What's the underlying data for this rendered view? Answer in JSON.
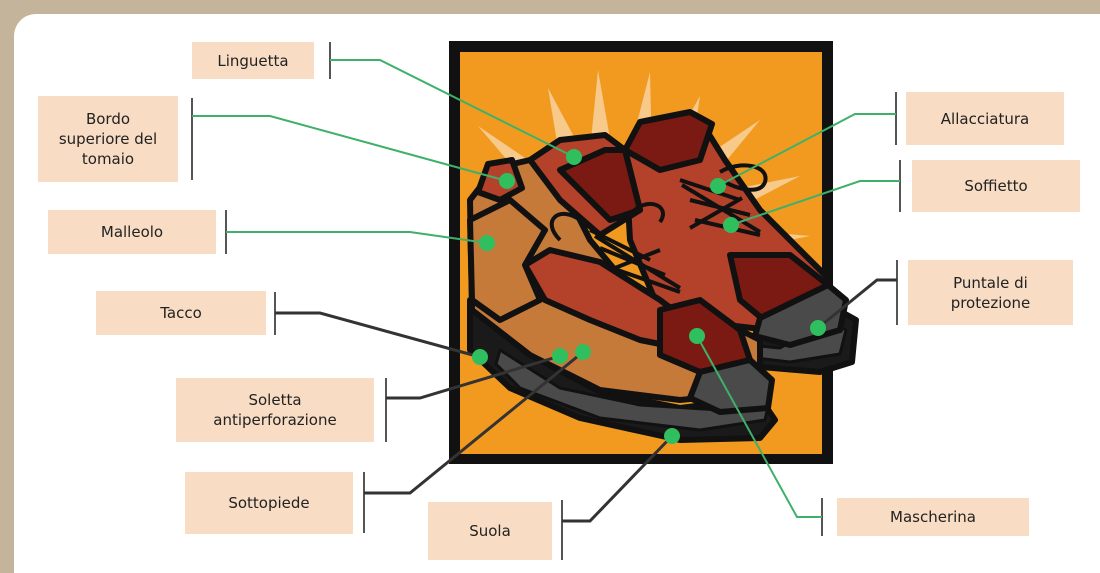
{
  "labels": {
    "linguetta": "Linguetta",
    "bordo": "Bordo\nsuperiore del\ntomaio",
    "malleolo": "Malleolo",
    "tacco": "Tacco",
    "soletta": "Soletta\nantiperforazione",
    "sottopiede": "Sottopiede",
    "suola": "Suola",
    "allacciatura": "Allacciatura",
    "soffietto": "Soffietto",
    "puntale": "Puntale di\nprotezione",
    "mascherina": "Mascherina"
  },
  "colors": {
    "frame_bg": "#c5b49c",
    "label_fill": "#f8dcc4",
    "leader_line": "#555555",
    "leader_line_green": "#3fb06a",
    "marker_dot": "#2fbf5f",
    "picture_border": "#111111",
    "picture_bg": "#f29a1f",
    "sunburst": "#f7c98b",
    "boot_leather_dark": "#7a1a12",
    "boot_leather_mid": "#b4412a",
    "boot_leather_light": "#c8643c",
    "boot_tan": "#c67a3a",
    "sole_gray": "#4a4a4a",
    "sole_black": "#1a1a1a"
  }
}
